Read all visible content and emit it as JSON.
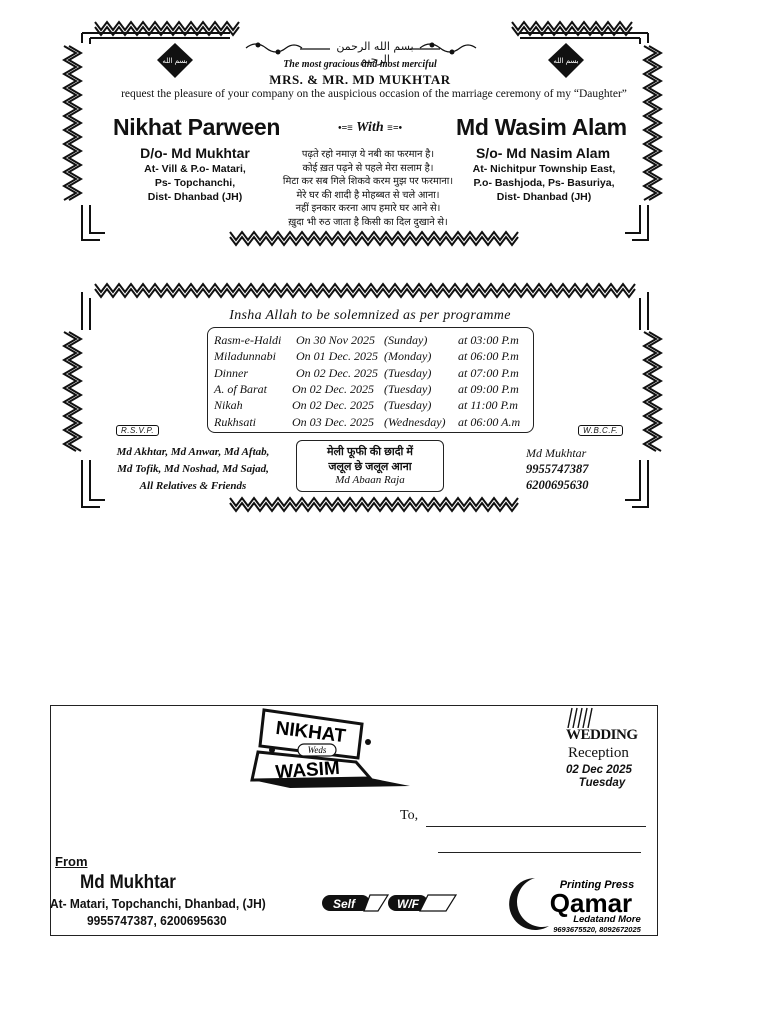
{
  "invitation": {
    "arabic_bismillah": "بسم الله الرحمن الرحيم",
    "arabic_bismillah_alt": "بسم الله",
    "gracious_line": "The most gracious and most merciful",
    "hosts": "MRS. & MR. MD MUKHTAR",
    "request_line": "request the pleasure of your company on the  auspicious occasion of the marriage ceremony of my “Daughter”",
    "bride": {
      "name": "Nikhat Parween",
      "parent": "D/o- Md Mukhtar",
      "address": [
        "At- Vill & P.o- Matari,",
        "Ps- Topchanchi,",
        "Dist- Dhanbad (JH)"
      ]
    },
    "with_label": "With",
    "groom": {
      "name": "Md Wasim Alam",
      "parent": "S/o- Md Nasim Alam",
      "address": [
        "At- Nichitpur Township East,",
        "P.o- Bashjoda, Ps- Basuriya,",
        "Dist- Dhanbad (JH)"
      ]
    },
    "poem": [
      "पढ़ते रहो नमाज़ ये नबी का फरमान है।",
      "कोई ख़त पढ़ने से पहले मेरा सलाम है।",
      "मिटा कर सब गिले शिकवे करम मुझ पर फरमाना।",
      "मेरे घर की शादी है मोहब्बत से चले आना।",
      "नहीं इनकार करना आप हमारे घर आने से।",
      "ख़ुदा भी रुठ जाता है किसी का दिल दुखाने से।"
    ]
  },
  "programme": {
    "heading": "Insha Allah to be solemnized as per programme",
    "events": [
      {
        "event": "Rasm-e-Haldi",
        "date": "On 30 Nov 2025",
        "day": "(Sunday)",
        "time": "at 03:00 P.m"
      },
      {
        "event": "Miladunnabi",
        "date": "On 01 Dec. 2025",
        "day": "(Monday)",
        "time": "at 06:00 P.m"
      },
      {
        "event": "Dinner",
        "date": "On 02 Dec. 2025",
        "day": "(Tuesday)",
        "time": "at 07:00 P.m"
      },
      {
        "event": "A. of Barat",
        "date": "On 02 Dec. 2025",
        "day": "(Tuesday)",
        "time": "at 09:00 P.m"
      },
      {
        "event": "Nikah",
        "date": "On 02 Dec. 2025",
        "day": "(Tuesday)",
        "time": "at 11:00 P.m"
      },
      {
        "event": "Rukhsati",
        "date": "On 03 Dec. 2025",
        "day": "(Wednesday)",
        "time": "at 06:00 A.m"
      }
    ],
    "rsvp_label": "R.S.V.P.",
    "relatives": [
      "Md Akhtar, Md Anwar, Md Aftab,",
      "Md Tofik, Md Noshad, Md Sajad,",
      "All Relatives & Friends"
    ],
    "message": [
      "मेली फूफी की छादी में",
      "जलूल छे जलूल आना"
    ],
    "message_from": "Md Abaan Raja",
    "wbcf_label": "W.B.C.F.",
    "family_contact": {
      "name": "Md Mukhtar",
      "phones": [
        "9955747387",
        "6200695630"
      ]
    }
  },
  "envelope": {
    "logo": {
      "top": "NIKHAT",
      "middle": "Weds",
      "bottom": "WASIM"
    },
    "wedding_word": "WEDDING",
    "reception": "Reception",
    "date": "02 Dec 2025",
    "day": "Tuesday",
    "to_label": "To,",
    "from_label": "From",
    "sender": {
      "name": "Md Mukhtar",
      "address": "At- Matari, Topchanchi, Dhanbad, (JH)",
      "phones": "9955747387, 6200695630"
    },
    "badges": [
      "Self",
      "W/F"
    ],
    "printer": {
      "tag": "Printing Press",
      "name": "Qamar",
      "location": "Ledatand More",
      "phones": "9693675520, 8092672025"
    }
  }
}
